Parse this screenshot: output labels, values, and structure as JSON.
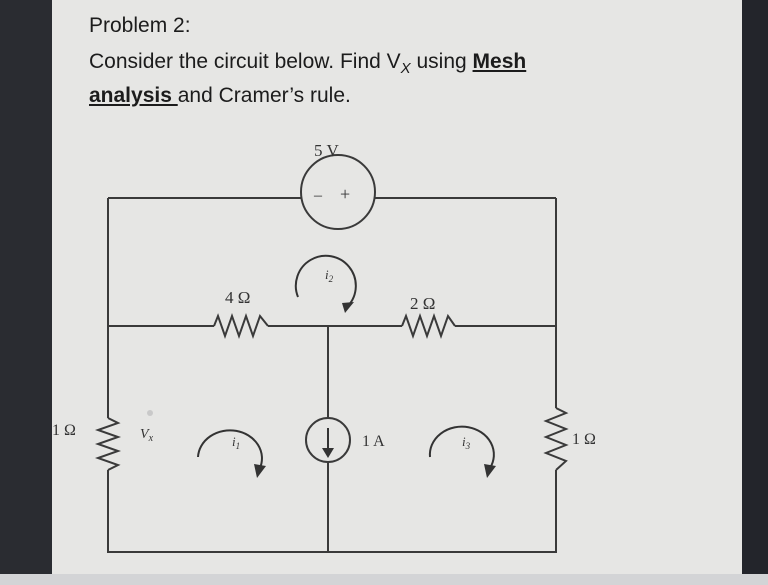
{
  "problem": {
    "title": "Problem 2:",
    "line1_prefix": "Consider the circuit below. Find V",
    "line1_sub": "X",
    "line1_middle": " using ",
    "line1_bold": "Mesh",
    "line2_bold": "analysis ",
    "line2_rest": "and Cramer’s rule."
  },
  "circuit": {
    "source_voltage_label": "5 V",
    "source_plus": "+",
    "source_minus": "–",
    "r_top_left": "4 Ω",
    "r_top_right": "2 Ω",
    "r_left": "1 Ω",
    "r_right": "1 Ω",
    "current_source": "1 A",
    "vx_label": "V",
    "vx_sub": "x",
    "mesh1": "i",
    "mesh1_sub": "1",
    "mesh2": "i",
    "mesh2_sub": "2",
    "mesh3": "i",
    "mesh3_sub": "3"
  }
}
